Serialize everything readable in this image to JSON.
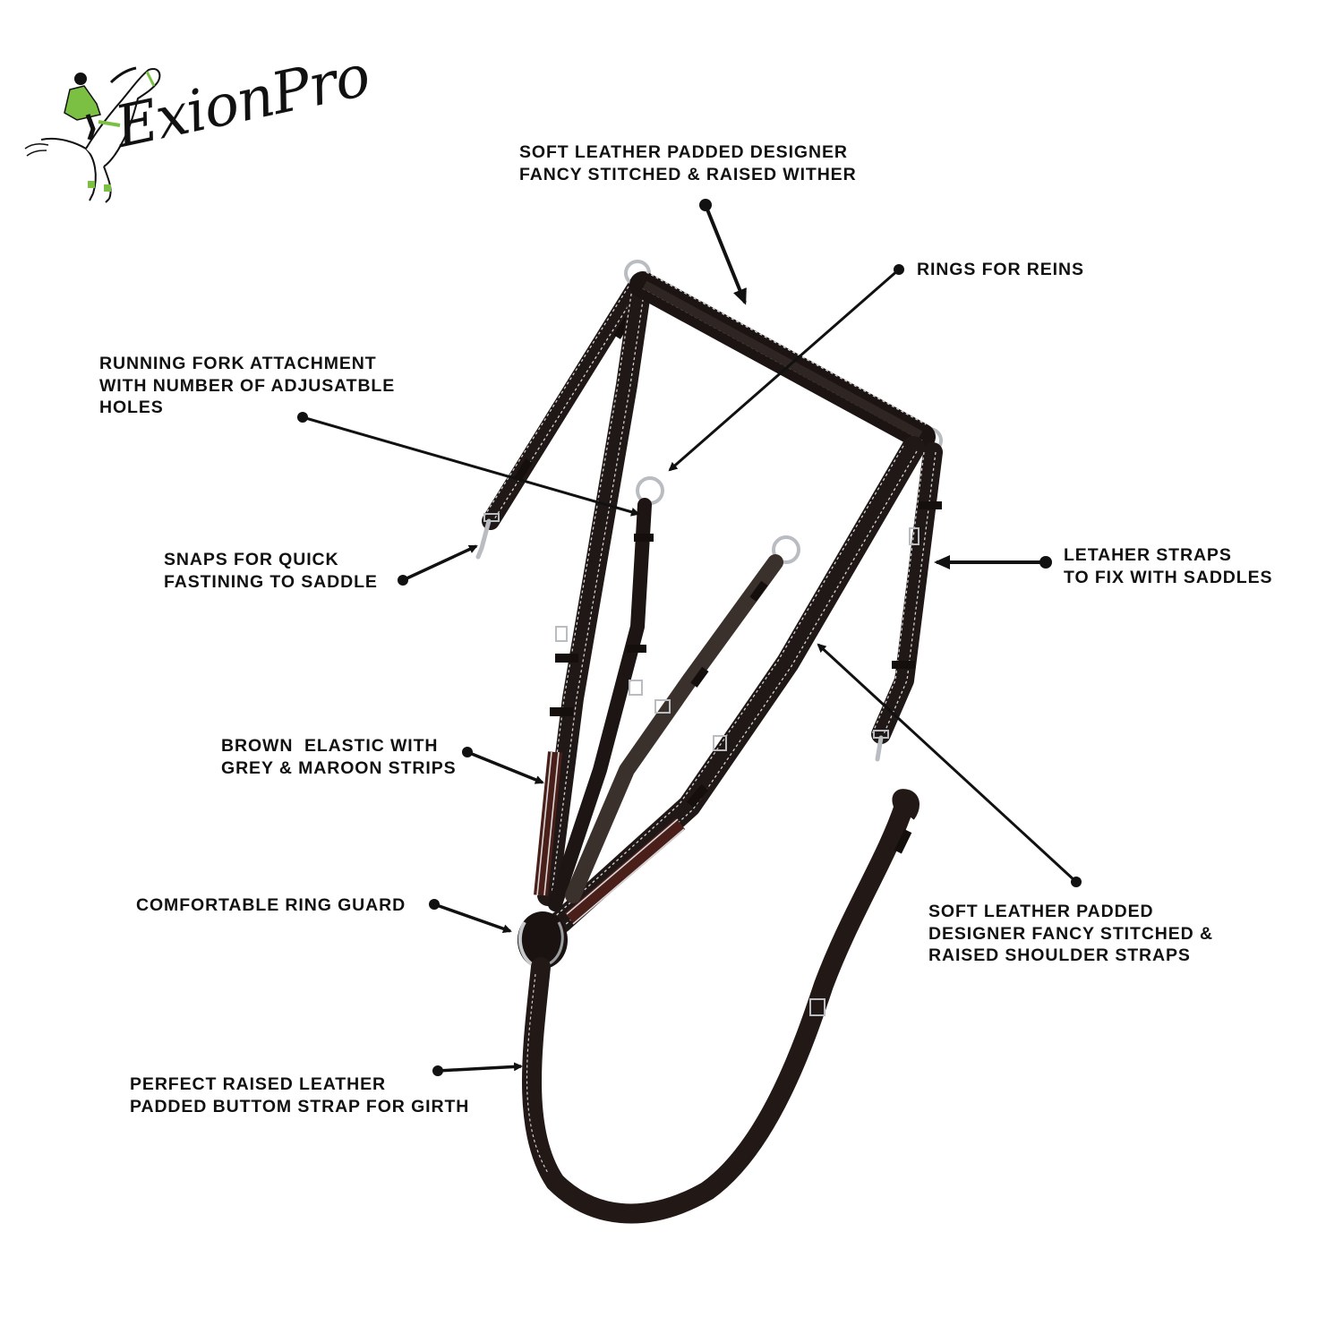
{
  "brand": {
    "name": "ExionPro",
    "logo_icon": "horse-rider-logo-icon",
    "accent_color": "#7bc043"
  },
  "product": {
    "type": "breastplate-with-running-attachment",
    "leather_color": "#2a1f1c",
    "stitch_color": "#d8d8d8",
    "elastic_stripe_color": "#6b2a22",
    "hardware_color": "#b9bcc0"
  },
  "callouts": [
    {
      "id": "wither",
      "lines": [
        "SOFT LEATHER PADDED DESIGNER",
        "FANCY STITCHED & RAISED WITHER"
      ],
      "text": "SOFT LEATHER PADDED DESIGNER\nFANCY STITCHED & RAISED WITHER"
    },
    {
      "id": "rings-for-reins",
      "lines": [
        "RINGS FOR REINS"
      ],
      "text": "RINGS FOR REINS"
    },
    {
      "id": "running-fork",
      "lines": [
        "RUNNING FORK ATTACHMENT",
        "WITH NUMBER OF ADJUSATBLE",
        "HOLES"
      ],
      "text": "RUNNING FORK ATTACHMENT\nWITH NUMBER OF ADJUSATBLE\nHOLES"
    },
    {
      "id": "snaps",
      "lines": [
        "SNAPS FOR QUICK",
        "FASTINING TO SADDLE"
      ],
      "text": "SNAPS FOR QUICK\nFASTINING TO SADDLE"
    },
    {
      "id": "leather-straps",
      "lines": [
        "LETAHER STRAPS",
        "TO FIX WITH SADDLES"
      ],
      "text": "LETAHER STRAPS\nTO FIX WITH SADDLES"
    },
    {
      "id": "brown-elastic",
      "lines": [
        "BROWN  ELASTIC WITH",
        "GREY & MAROON STRIPS"
      ],
      "text": "BROWN  ELASTIC WITH\nGREY & MAROON STRIPS"
    },
    {
      "id": "ring-guard",
      "lines": [
        "COMFORTABLE RING GUARD"
      ],
      "text": "COMFORTABLE RING GUARD"
    },
    {
      "id": "shoulder-straps",
      "lines": [
        "SOFT LEATHER PADDED",
        "DESIGNER FANCY STITCHED &",
        "RAISED SHOULDER STRAPS"
      ],
      "text": "SOFT LEATHER PADDED\nDESIGNER FANCY STITCHED &\nRAISED SHOULDER STRAPS"
    },
    {
      "id": "girth-strap",
      "lines": [
        "PERFECT RAISED LEATHER",
        "PADDED BUTTOM STRAP FOR GIRTH"
      ],
      "text": "PERFECT RAISED LEATHER\nPADDED BUTTOM STRAP FOR GIRTH"
    }
  ]
}
